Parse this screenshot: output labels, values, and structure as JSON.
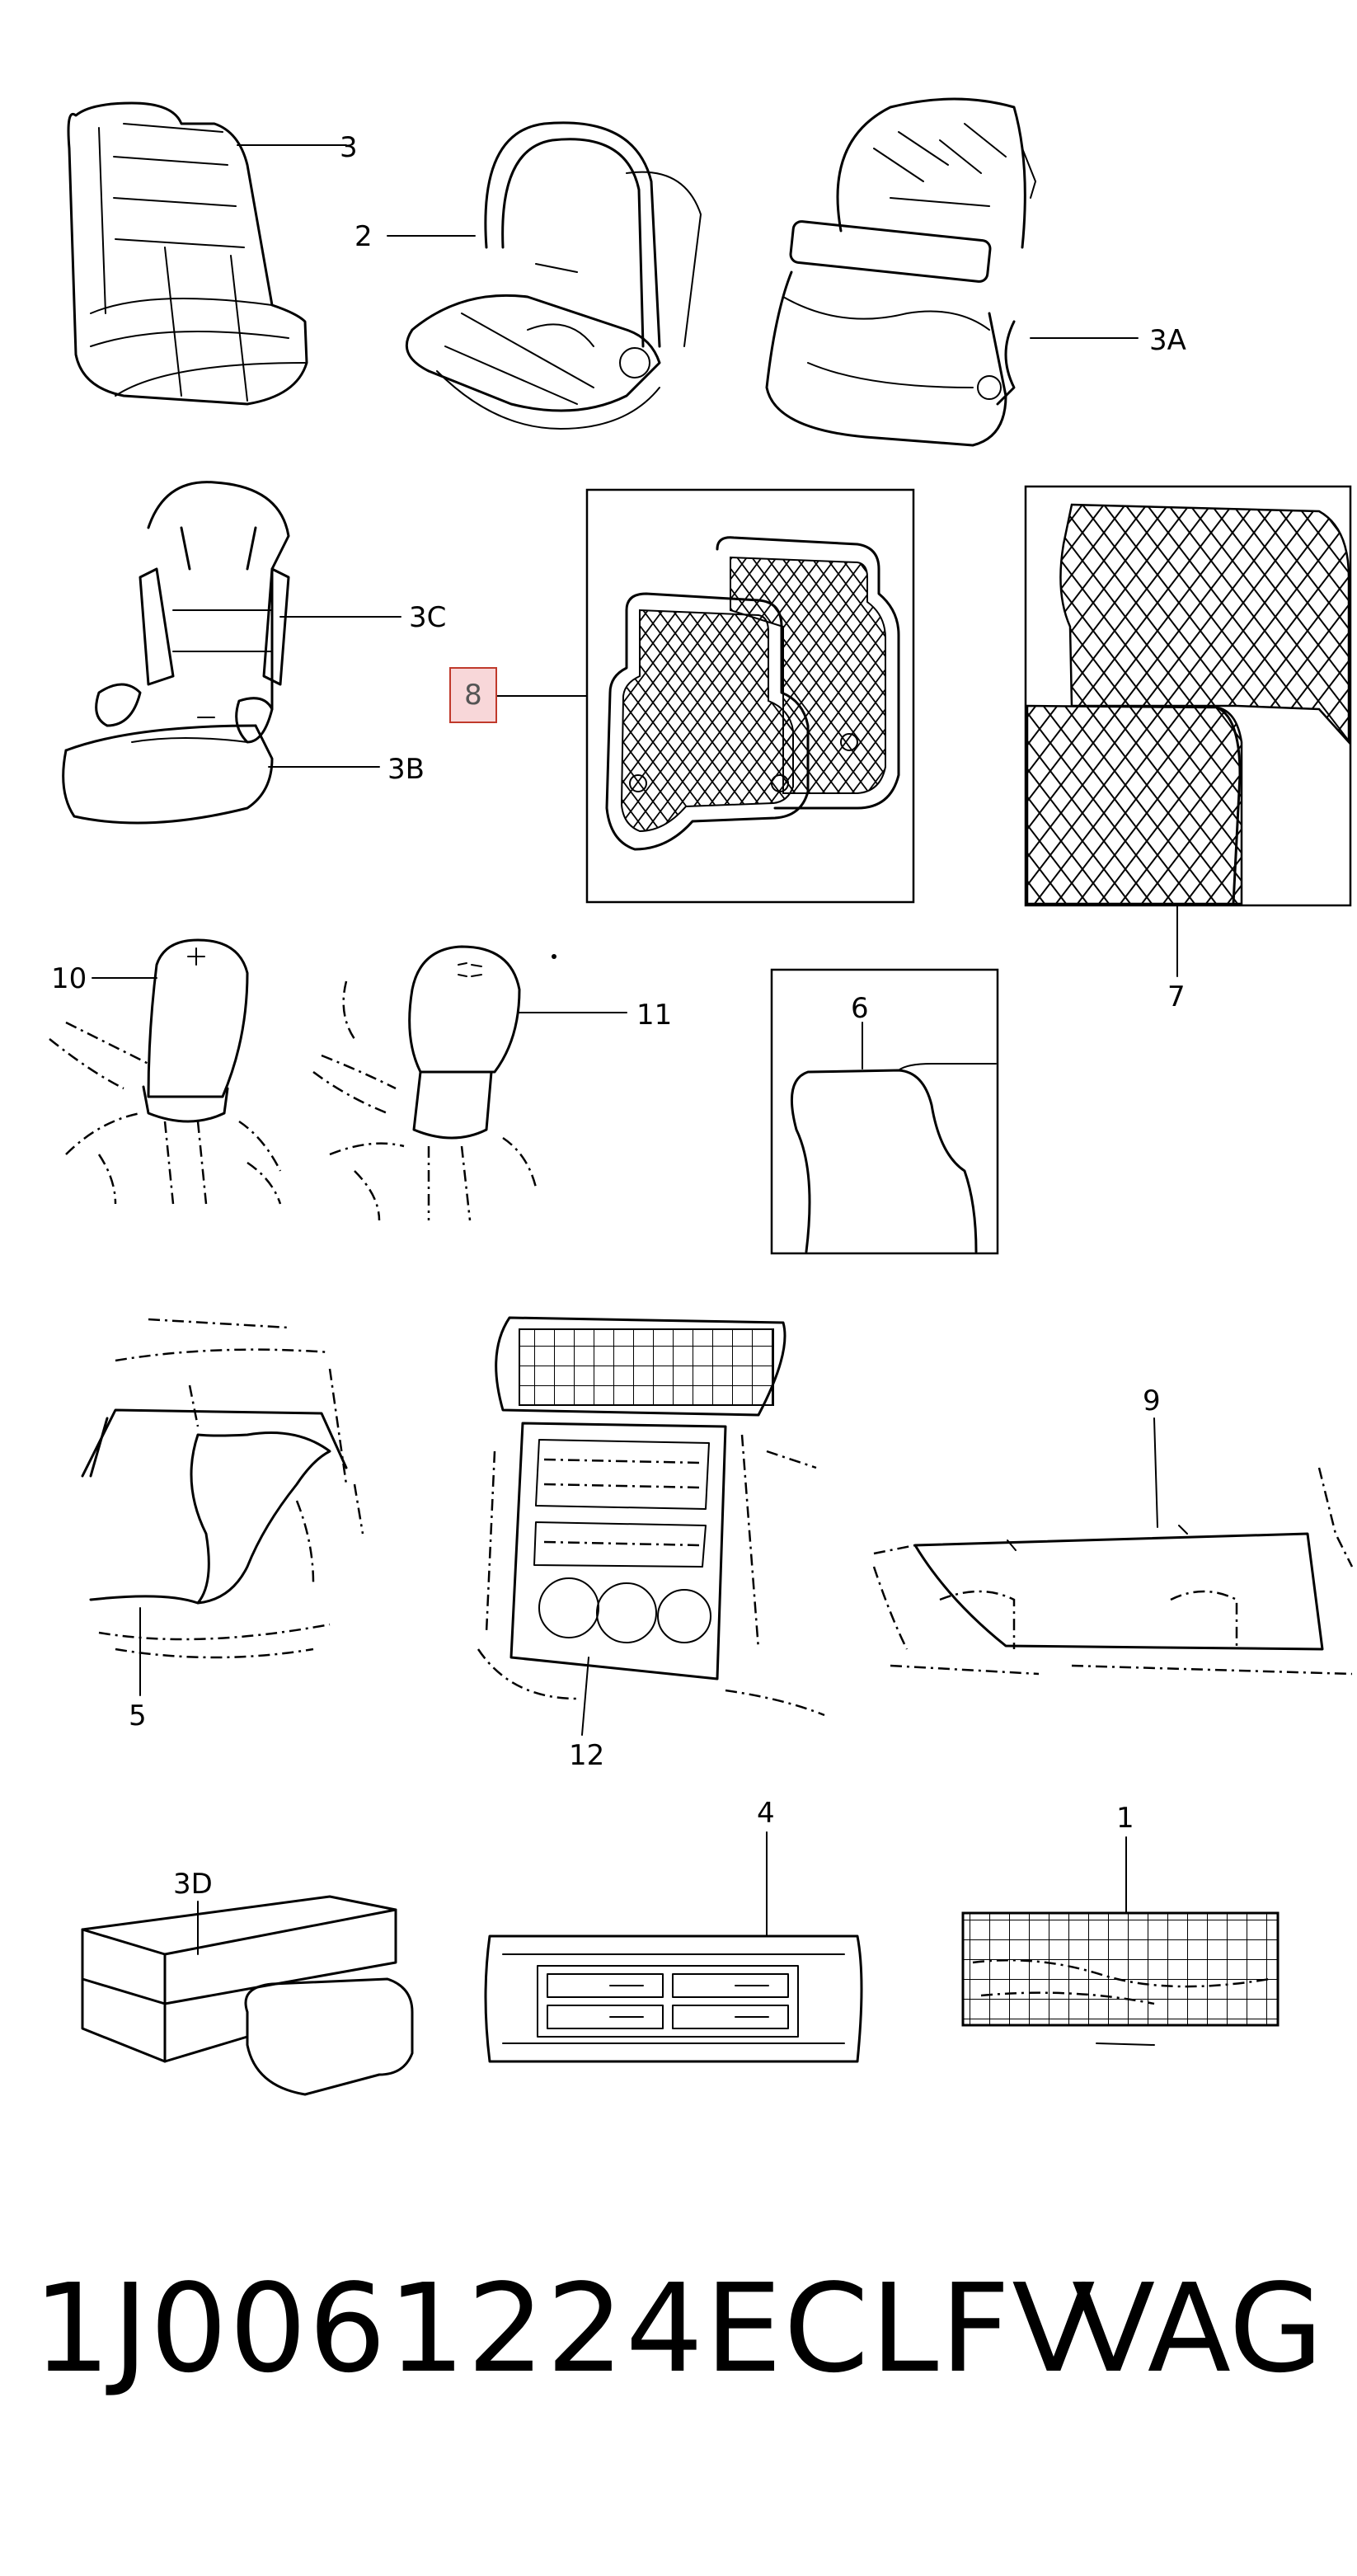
{
  "callouts": {
    "c1": "1",
    "c2": "2",
    "c3": "3",
    "c3A": "3A",
    "c3B": "3B",
    "c3C": "3C",
    "c3D": "3D",
    "c4": "4",
    "c5": "5",
    "c6": "6",
    "c7": "7",
    "c8": "8",
    "c9": "9",
    "c10": "10",
    "c11": "11",
    "c12": "12"
  },
  "highlight_color": "#f8d7d9",
  "footer": {
    "part_number": "1J0061224ECLFV",
    "brand": "VAG"
  }
}
